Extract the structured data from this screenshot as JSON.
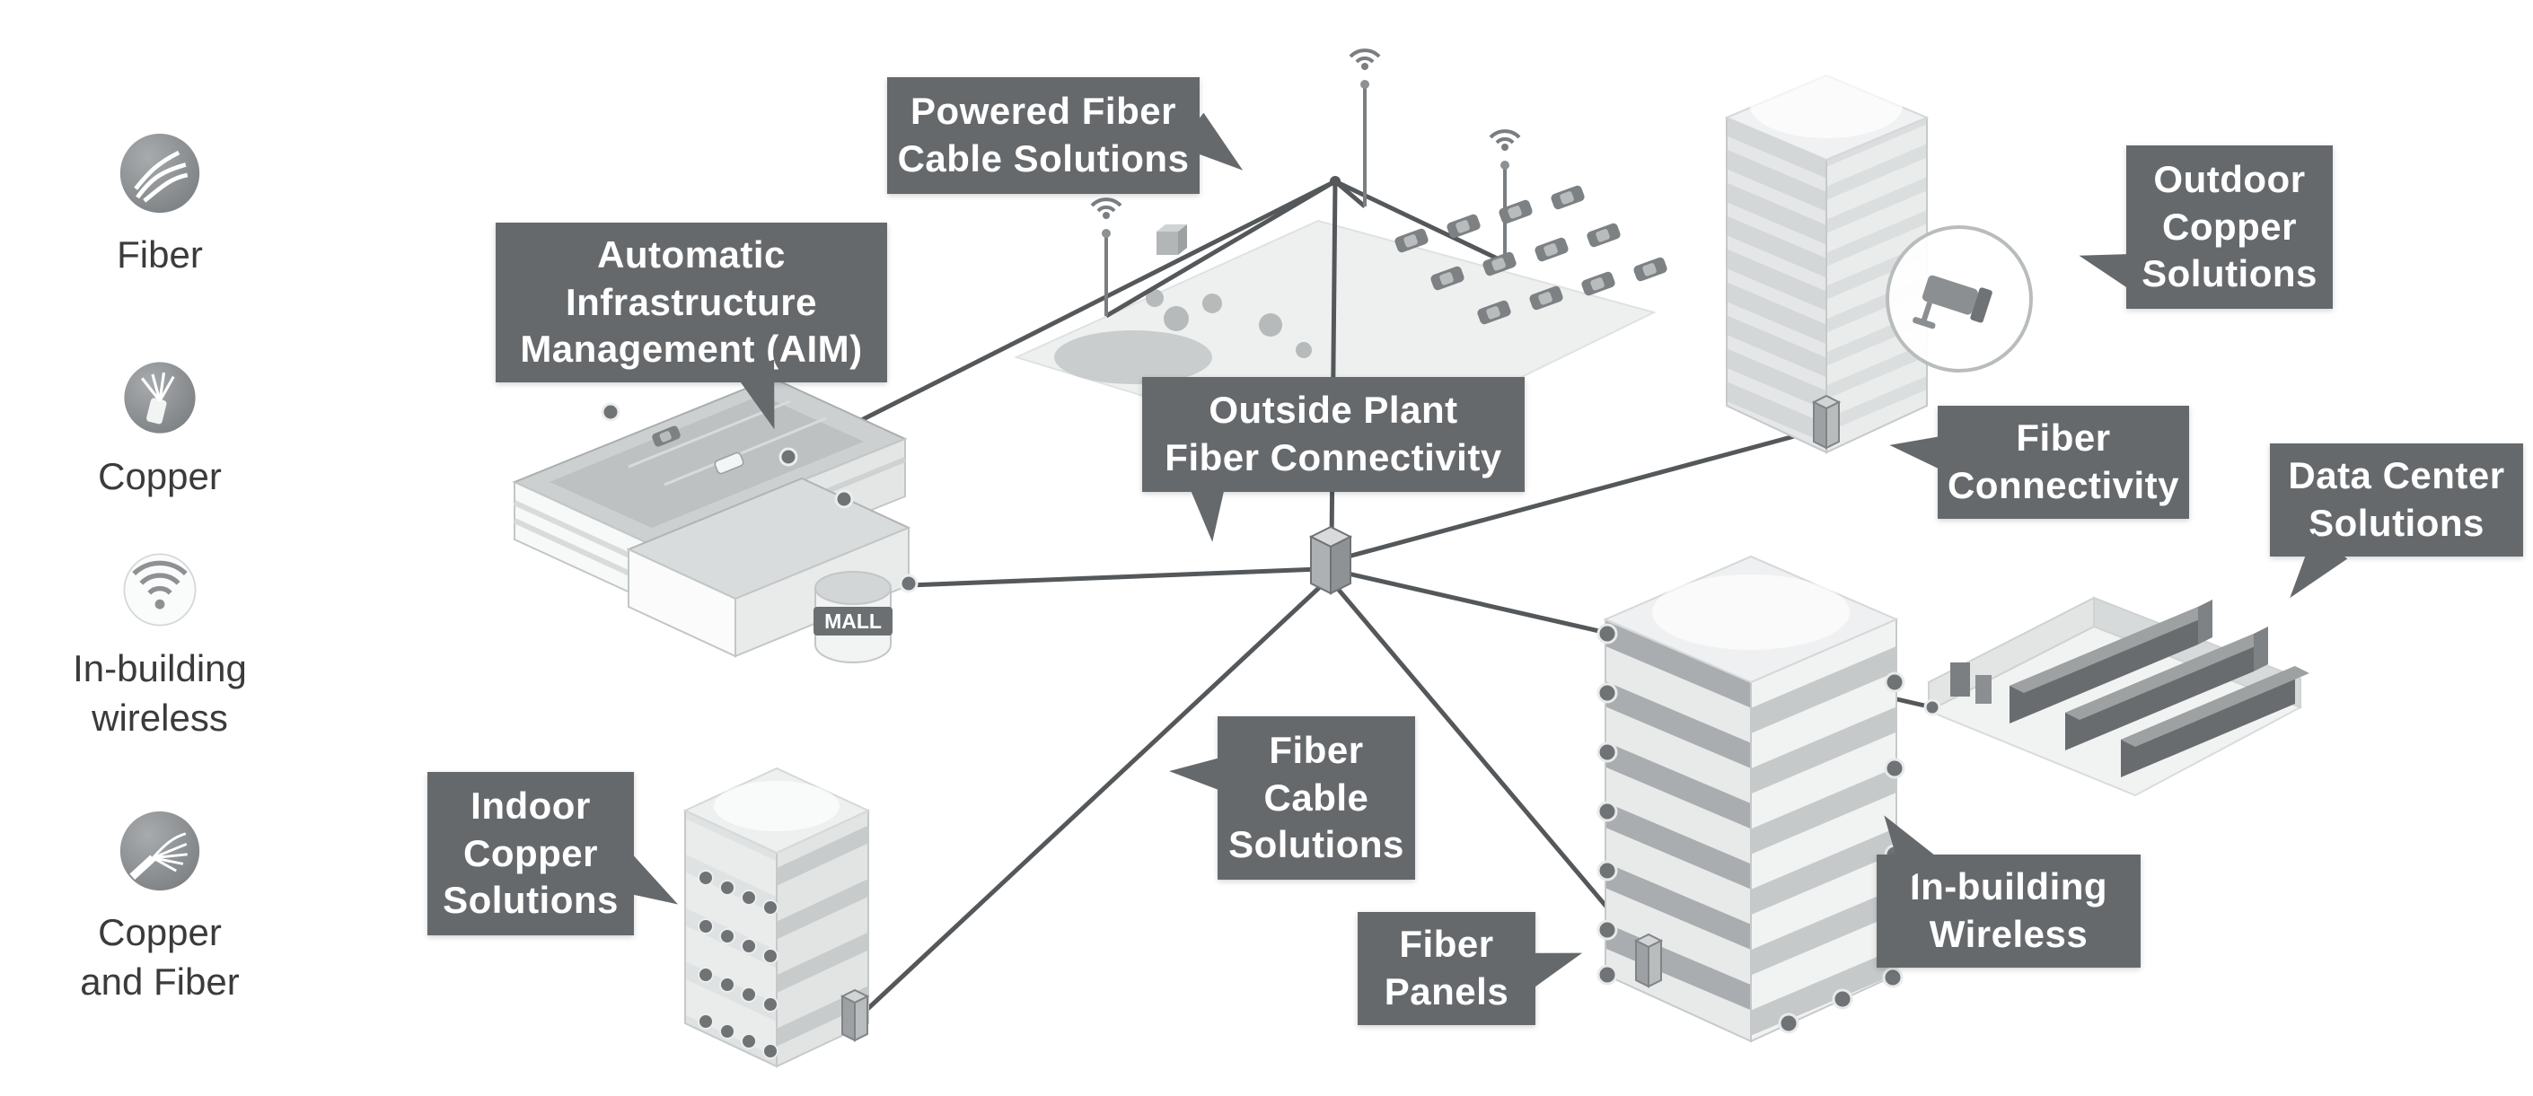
{
  "title": "Network infrastructure solutions diagram",
  "colors": {
    "callout_bg": "#66696c",
    "callout_text": "#ffffff",
    "line": "#55585a",
    "legend_text": "#3b3b3b",
    "building_light": "#eceeee",
    "building_mid": "#d5d8d9",
    "building_dark": "#9da1a3"
  },
  "legend": {
    "items": [
      {
        "icon": "fiber-icon",
        "label": "Fiber"
      },
      {
        "icon": "copper-icon",
        "label": "Copper"
      },
      {
        "icon": "in-building-wireless-icon",
        "label": "In-building\nwireless"
      },
      {
        "icon": "copper-and-fiber-icon",
        "label": "Copper\nand Fiber"
      }
    ]
  },
  "callouts": [
    {
      "id": "powered-fiber-cable-solutions",
      "label": "Powered Fiber\nCable Solutions"
    },
    {
      "id": "automatic-infrastructure-management",
      "label": "Automatic\nInfrastructure\nManagement (AIM)"
    },
    {
      "id": "outside-plant-fiber-connectivity",
      "label": "Outside Plant\nFiber Connectivity"
    },
    {
      "id": "outdoor-copper-solutions",
      "label": "Outdoor\nCopper\nSolutions"
    },
    {
      "id": "fiber-connectivity",
      "label": "Fiber\nConnectivity"
    },
    {
      "id": "data-center-solutions",
      "label": "Data Center\nSolutions"
    },
    {
      "id": "indoor-copper-solutions",
      "label": "Indoor\nCopper\nSolutions"
    },
    {
      "id": "fiber-cable-solutions",
      "label": "Fiber\nCable\nSolutions"
    },
    {
      "id": "fiber-panels",
      "label": "Fiber\nPanels"
    },
    {
      "id": "in-building-wireless",
      "label": "In-building\nWireless"
    }
  ],
  "buildings": {
    "mall_sign": "MALL"
  }
}
